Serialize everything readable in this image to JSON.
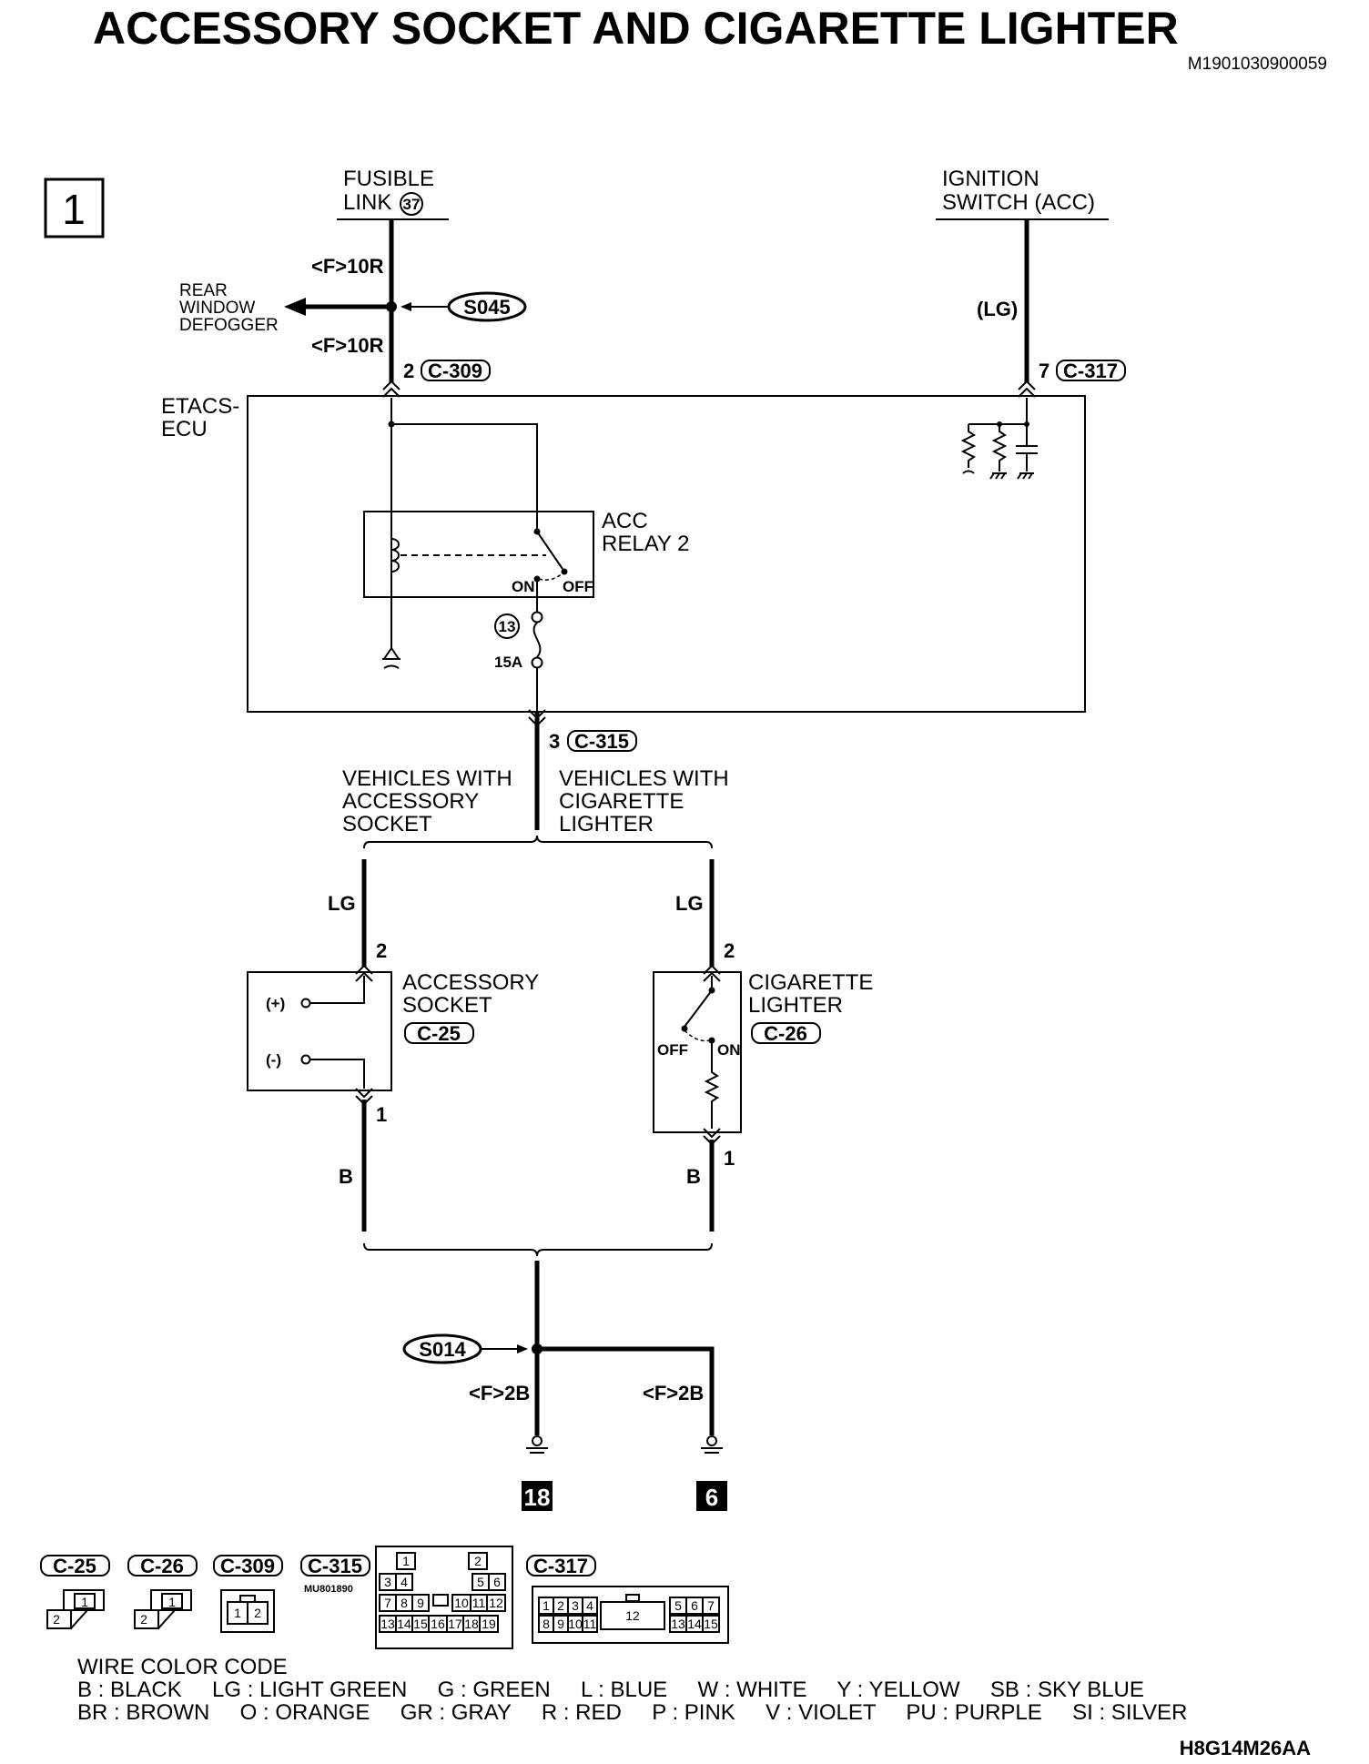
{
  "title": "ACCESSORY SOCKET AND CIGARETTE LIGHTER",
  "doc_id": "M1901030900059",
  "footer_code": "H8G14M26AA",
  "page_number": "1",
  "sources": {
    "fusible_link_line1": "FUSIBLE",
    "fusible_link_line2": "LINK",
    "fusible_link_number": "37",
    "ignition_line1": "IGNITION",
    "ignition_line2": "SWITCH (ACC)"
  },
  "wires": {
    "f10r_upper": "<F>10R",
    "f10r_lower": "<F>10R",
    "lg_paren": "(LG)",
    "lg_left": "LG",
    "lg_right": "LG",
    "b_left": "B",
    "b_right": "B",
    "f2b_left": "<F>2B",
    "f2b_right": "<F>2B"
  },
  "branch": {
    "rear_line1": "REAR",
    "rear_line2": "WINDOW",
    "rear_line3": "DEFOGGER",
    "splice_s045": "S045",
    "splice_s014": "S014"
  },
  "connectors": {
    "c309_pin": "2",
    "c309": "C-309",
    "c317_pin": "7",
    "c317": "C-317",
    "c315_pin": "3",
    "c315": "C-315",
    "c25": "C-25",
    "c26": "C-26",
    "acc_pin_top": "2",
    "acc_pin_bottom": "1",
    "cig_pin_top": "2",
    "cig_pin_bottom": "1"
  },
  "etacs": {
    "line1": "ETACS-",
    "line2": "ECU",
    "relay_line1": "ACC",
    "relay_line2": "RELAY 2",
    "on": "ON",
    "off": "OFF",
    "fuse_number": "13",
    "fuse_rating": "15A"
  },
  "variants": {
    "left_line1": "VEHICLES WITH",
    "left_line2": "ACCESSORY",
    "left_line3": "SOCKET",
    "right_line1": "VEHICLES WITH",
    "right_line2": "CIGARETTE",
    "right_line3": "LIGHTER"
  },
  "accessory_socket": {
    "line1": "ACCESSORY",
    "line2": "SOCKET",
    "plus": "(+)",
    "minus": "(-)"
  },
  "cigarette_lighter": {
    "line1": "CIGARETTE",
    "line2": "LIGHTER",
    "off": "OFF",
    "on": "ON"
  },
  "grounds": {
    "left": "18",
    "right": "6"
  },
  "connector_views": {
    "c25": "C-25",
    "c26": "C-26",
    "c309": "C-309",
    "c315": "C-315",
    "c317": "C-317",
    "part_number": "MU801890",
    "c315_pins": [
      "1",
      "2",
      "3",
      "4",
      "5",
      "6",
      "7",
      "8",
      "9",
      "10",
      "11",
      "12",
      "13",
      "14",
      "15",
      "16",
      "17",
      "18",
      "19"
    ],
    "c317_pins": [
      "1",
      "2",
      "3",
      "4",
      "5",
      "6",
      "7",
      "8",
      "9",
      "10",
      "11",
      "12",
      "13",
      "14",
      "15"
    ]
  },
  "wire_color_code": {
    "heading": "WIRE COLOR CODE",
    "row1": "B : BLACK     LG : LIGHT GREEN     G : GREEN     L : BLUE     W : WHITE     Y : YELLOW     SB : SKY BLUE",
    "row2": "BR : BROWN     O : ORANGE     GR : GRAY     R : RED     P : PINK     V : VIOLET     PU : PURPLE     SI : SILVER"
  }
}
